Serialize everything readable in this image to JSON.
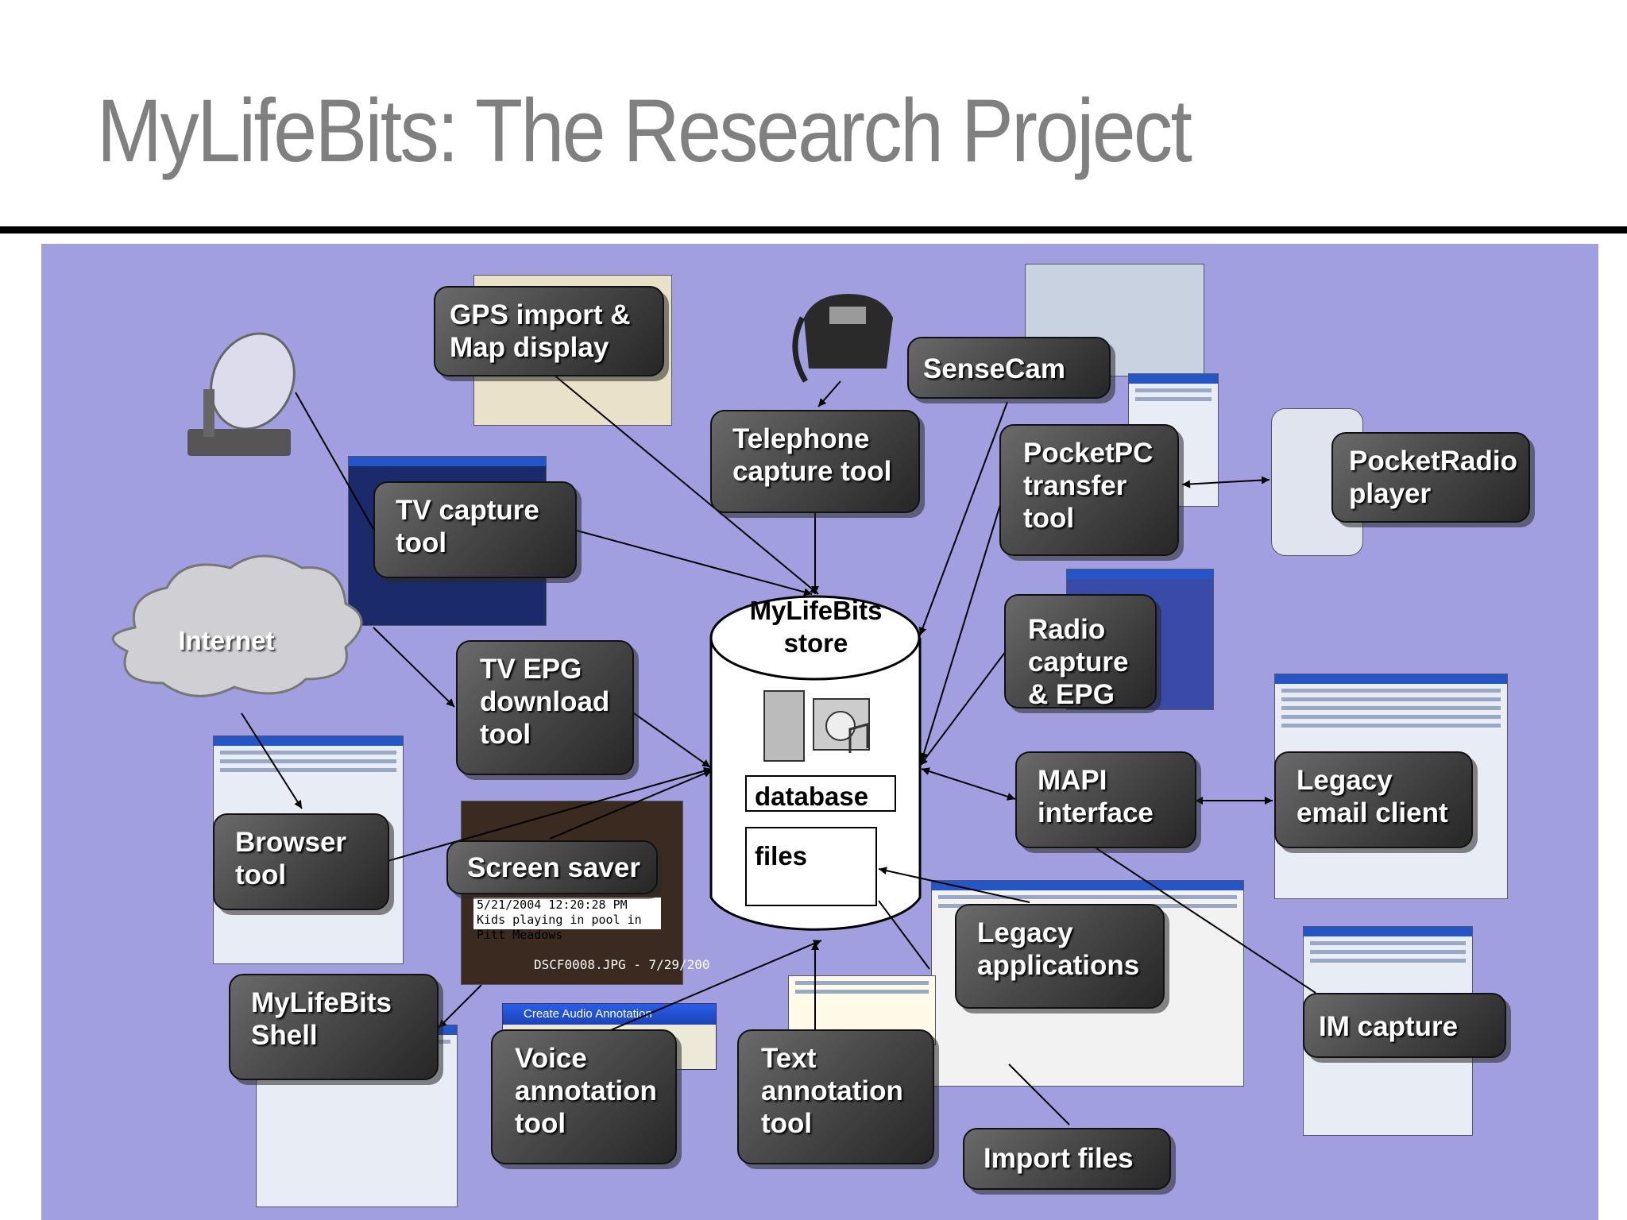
{
  "title": "MyLifeBits: The Research Project",
  "store": {
    "label": "MyLifeBits\nstore",
    "database": "database",
    "files": "files"
  },
  "internet": "Internet",
  "caption": {
    "line1": "5/21/2004 12:20:28 PM",
    "line2": "Kids playing in pool in Pitt Meadows",
    "filename": "DSCF0008.JPG - 7/29/200"
  },
  "voice_dialog_title": "Create Audio Annotation",
  "boxes": {
    "gps": "GPS import &\nMap display",
    "sensecam": "SenseCam",
    "telephone": "Telephone\ncapture tool",
    "pocketpc": "PocketPC\ntransfer\ntool",
    "pocketradio": "PocketRadio\nplayer",
    "tvcapture": "TV capture\ntool",
    "tvepg": "TV EPG\ndownload\ntool",
    "radio": "Radio\ncapture\n& EPG",
    "mapi": "MAPI\ninterface",
    "legacyemail": "Legacy\nemail client",
    "browser": "Browser\ntool",
    "screensaver": "Screen saver",
    "legacyapps": "Legacy\napplications",
    "imcapture": "IM capture",
    "shell": "MyLifeBits\nShell",
    "voice": "Voice\nannotation\ntool",
    "text": "Text\nannotation\ntool",
    "import": "Import files"
  }
}
